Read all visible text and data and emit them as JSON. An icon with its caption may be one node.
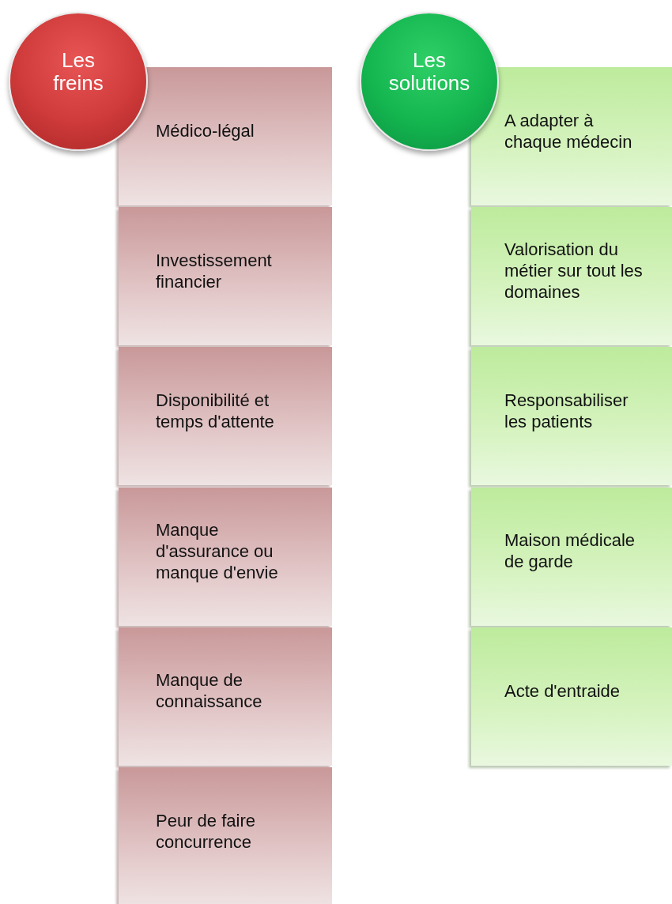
{
  "diagram": {
    "nodes": [
      {
        "text": [
          "Les freins"
        ]
      },
      {
        "text": [
          "Médico-légal"
        ]
      },
      {
        "text": [
          "Investissement financier"
        ]
      },
      {
        "text": [
          "Disponibilité et temps d'attente"
        ]
      },
      {
        "text": [
          "Manque d'assurance ou manque d'envie"
        ]
      },
      {
        "text": [
          "Manque de connaissance"
        ]
      },
      {
        "text": [
          "Peur de faire concurrence"
        ]
      },
      {
        "text": [
          "Les solutions"
        ]
      },
      {
        "text": [
          "A adapter à chaque médecin"
        ]
      },
      {
        "text": [
          "Valorisation du métier sur tout les domaines"
        ]
      },
      {
        "text": [
          "Responsabiliser les patients"
        ]
      },
      {
        "text": [
          "Maison médicale de garde"
        ]
      },
      {
        "text": [
          "Acte d'entraide"
        ]
      }
    ]
  }
}
